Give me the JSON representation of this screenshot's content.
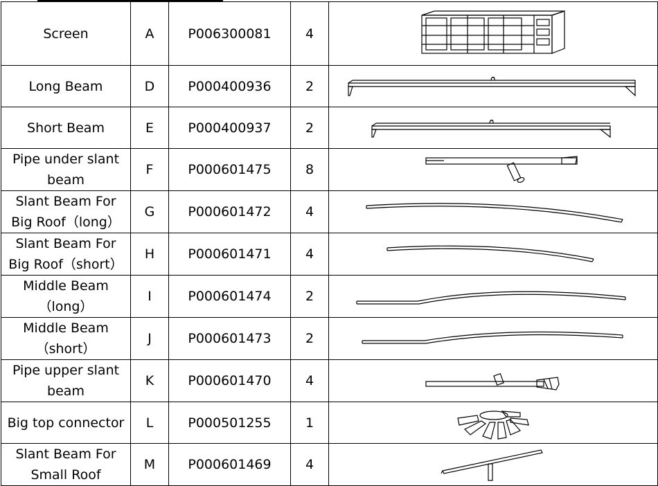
{
  "rows": [
    {
      "name": "Screen",
      "code": "A",
      "part": "P006300081",
      "qty": "4",
      "icon": "screen-panel-drawing"
    },
    {
      "name": "Long Beam",
      "code": "D",
      "part": "P000400936",
      "qty": "2",
      "icon": "long-beam-drawing"
    },
    {
      "name": "Short Beam",
      "code": "E",
      "part": "P000400937",
      "qty": "2",
      "icon": "short-beam-drawing"
    },
    {
      "name": "Pipe under slant beam",
      "code": "F",
      "part": "P000601475",
      "qty": "8",
      "icon": "pipe-under-slant-beam-drawing"
    },
    {
      "name": "Slant Beam For Big Roof（long）",
      "code": "G",
      "part": "P000601472",
      "qty": "4",
      "icon": "slant-beam-long-drawing"
    },
    {
      "name": "Slant Beam For Big Roof（short）",
      "code": "H",
      "part": "P000601471",
      "qty": "4",
      "icon": "slant-beam-short-drawing"
    },
    {
      "name": "Middle Beam （long）",
      "code": "I",
      "part": "P000601474",
      "qty": "2",
      "icon": "middle-beam-long-drawing"
    },
    {
      "name": "Middle Beam （short）",
      "code": "J",
      "part": "P000601473",
      "qty": "2",
      "icon": "middle-beam-short-drawing"
    },
    {
      "name": "Pipe upper slant beam",
      "code": "K",
      "part": "P000601470",
      "qty": "4",
      "icon": "pipe-upper-slant-beam-drawing"
    },
    {
      "name": "Big top connector",
      "code": "L",
      "part": "P000501255",
      "qty": "1",
      "icon": "big-top-connector-drawing"
    },
    {
      "name": "Slant Beam For Small Roof",
      "code": "M",
      "part": "P000601469",
      "qty": "4",
      "icon": "slant-beam-small-roof-drawing"
    }
  ]
}
